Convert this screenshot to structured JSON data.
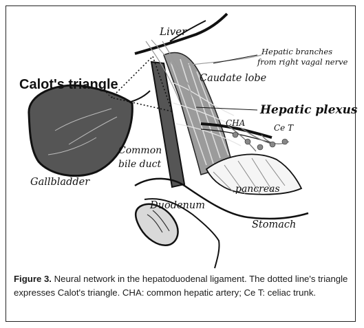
{
  "figure": {
    "labels": {
      "liver": "Liver",
      "hepatic_branches": "Hepatic branches",
      "hepatic_branches_2": "from right vagal nerve",
      "calots_triangle": "Calot's triangle",
      "caudate_lobe": "Caudate lobe",
      "hepatic_plexus": "Hepatic plexus",
      "cha": "CHA",
      "cet": "Ce T",
      "common": "Common",
      "bile_duct": "bile duct",
      "gallbladder": "Gallbladder",
      "pancreas": "pancreas",
      "duodenum": "Duodenum",
      "stomach": "Stomach"
    }
  },
  "caption": {
    "figure_number": "Figure 3.",
    "text": "Neural network in the hepatoduodenal ligament. The dotted line's triangle expresses Calot's triangle. CHA: common hepatic artery; Ce T: celiac trunk."
  }
}
